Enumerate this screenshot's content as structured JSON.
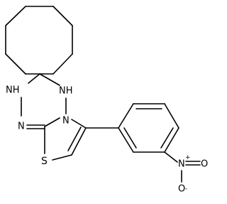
{
  "structure": {
    "atoms": {
      "nh_left": "NH",
      "nh_right": "NH",
      "n_imine": "N",
      "n_bridge": "N",
      "s_thiazole": "S",
      "n_nitro": "N",
      "n_nitro_charge": "+",
      "o_double": "O",
      "o_single": "O",
      "o_single_charge": "-"
    }
  },
  "colors": {
    "bond": "#000000",
    "background": "#ffffff"
  }
}
